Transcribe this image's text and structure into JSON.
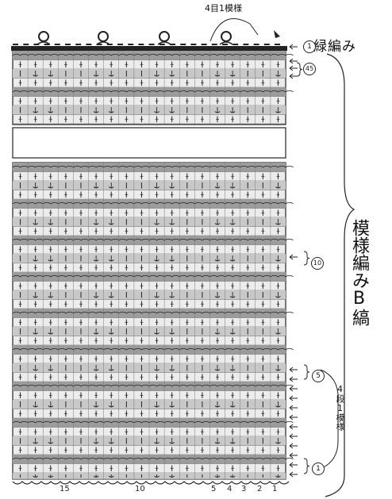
{
  "labels": {
    "repeat": "4目1模様",
    "edge": "緑編み",
    "pattern": "模様編みB縞",
    "rows_repeat": "4段1模様"
  },
  "row_markers": [
    {
      "id": "row-1-top",
      "text": "1"
    },
    {
      "id": "row-45",
      "text": "45"
    },
    {
      "id": "row-10",
      "text": "10"
    },
    {
      "id": "row-5",
      "text": "5"
    },
    {
      "id": "row-1-bottom",
      "text": "1"
    }
  ],
  "column_numbers": [
    "15",
    "10",
    "5",
    "4",
    "3",
    "2",
    "1"
  ],
  "colors": {
    "light_stripe": "#ececec",
    "dark_stripe": "#9c9c9c",
    "medium": "#c8c8c8",
    "ink": "#222222"
  },
  "symbols": [
    "long-double-crochet",
    "anchor-stitch",
    "chain-wave",
    "border-scallop",
    "arrow-left",
    "brace"
  ]
}
